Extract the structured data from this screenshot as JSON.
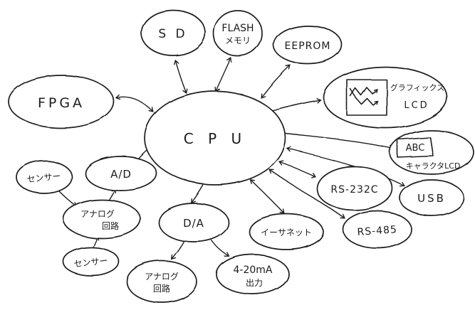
{
  "diagram": {
    "type": "hand-drawn-mindmap",
    "ink_color": "#1c1c1c",
    "background_color": "#ffffff",
    "nodes": {
      "cpu": {
        "label": "C P U"
      },
      "sd": {
        "label": "S D"
      },
      "flash": {
        "line1": "FLASH",
        "line2": "メモリ"
      },
      "eeprom": {
        "label": "EEPROM"
      },
      "fpga": {
        "label": "FPGA"
      },
      "graphics_lcd": {
        "line1": "グラフィックス",
        "line2": "LCD"
      },
      "character_lcd": {
        "screen_text": "ABC",
        "label": "キャラクタLCD"
      },
      "usb": {
        "label": "USB"
      },
      "rs232c": {
        "label": "RS-232C"
      },
      "rs485": {
        "label": "RS-485"
      },
      "ethernet": {
        "label": "イーサネット"
      },
      "current_output": {
        "line1": "4-20mA",
        "line2": "出力"
      },
      "da_converter": {
        "label": "D/A"
      },
      "ad_converter": {
        "label": "A/D"
      },
      "analog_circuit_left": {
        "line1": "アナログ",
        "line2": "回路"
      },
      "analog_circuit_bottom": {
        "line1": "アナログ",
        "line2": "回路"
      },
      "sensor_top": {
        "label": "センサー"
      },
      "sensor_bottom": {
        "label": "センサー"
      }
    },
    "edges": [
      {
        "from": "cpu",
        "to": "sd",
        "bidirectional": true
      },
      {
        "from": "cpu",
        "to": "flash",
        "bidirectional": true
      },
      {
        "from": "cpu",
        "to": "eeprom",
        "bidirectional": true
      },
      {
        "from": "cpu",
        "to": "fpga",
        "bidirectional": true
      },
      {
        "from": "cpu",
        "to": "graphics_lcd",
        "bidirectional": false
      },
      {
        "from": "cpu",
        "to": "character_lcd",
        "bidirectional": false
      },
      {
        "from": "cpu",
        "to": "usb",
        "bidirectional": true
      },
      {
        "from": "cpu",
        "to": "rs232c",
        "bidirectional": true
      },
      {
        "from": "cpu",
        "to": "rs485",
        "bidirectional": true
      },
      {
        "from": "cpu",
        "to": "ethernet",
        "bidirectional": true
      },
      {
        "from": "cpu",
        "to": "da_converter",
        "bidirectional": false
      },
      {
        "from": "ad_converter",
        "to": "cpu",
        "bidirectional": false
      },
      {
        "from": "sensor_top",
        "to": "analog_circuit_left",
        "bidirectional": false
      },
      {
        "from": "sensor_bottom",
        "to": "analog_circuit_left",
        "bidirectional": false
      },
      {
        "from": "analog_circuit_left",
        "to": "ad_converter",
        "bidirectional": false
      },
      {
        "from": "da_converter",
        "to": "analog_circuit_bottom",
        "bidirectional": false
      },
      {
        "from": "da_converter",
        "to": "current_output",
        "bidirectional": false
      }
    ]
  }
}
